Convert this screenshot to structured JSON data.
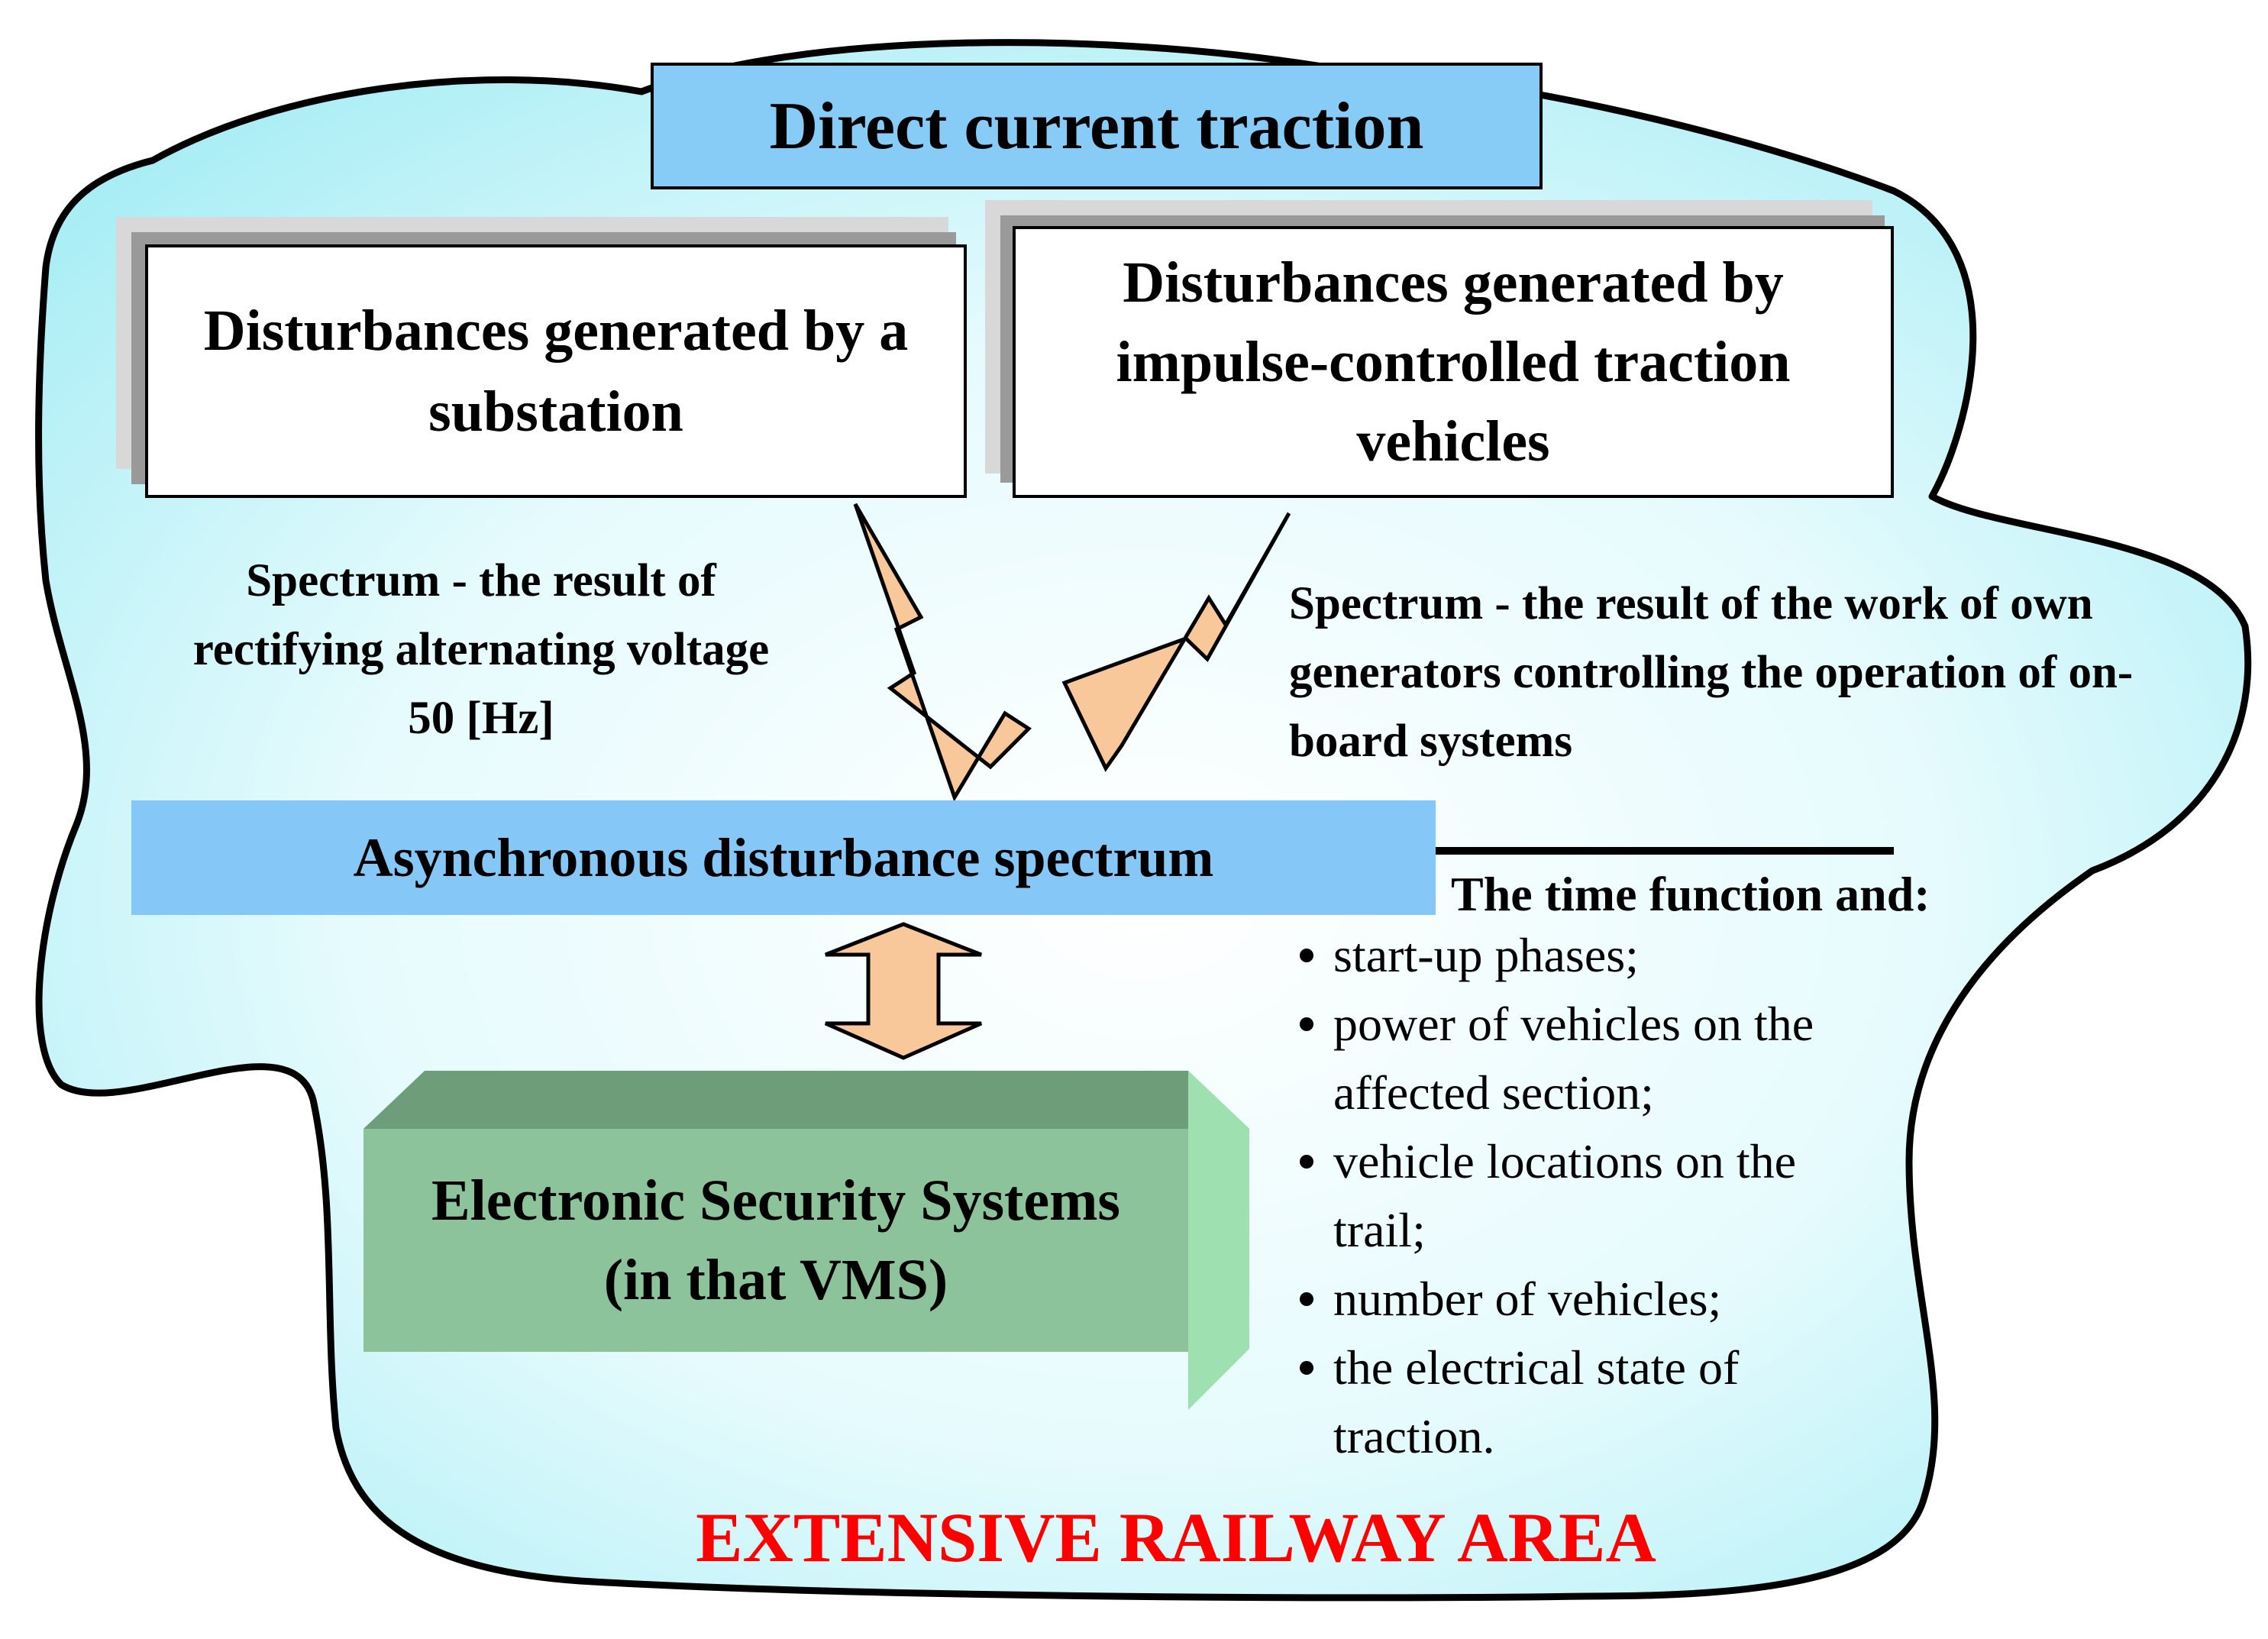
{
  "title": "Direct current traction",
  "boxes": {
    "substation": "Disturbances generated by a substation",
    "impulse": "Disturbances generated by impulse-controlled traction vehicles"
  },
  "notes": {
    "left_spectrum": "Spectrum - the result of rectifying alternating voltage 50 [Hz]",
    "right_spectrum": "Spectrum - the result of the work of own generators controlling the operation of on-board systems"
  },
  "async_spectrum": "Asynchronous disturbance spectrum",
  "time_function": {
    "heading": "The time function and:",
    "items": [
      "start-up phases;",
      "power of vehicles on the affected section;",
      "vehicle locations on the trail;",
      "number of vehicles;",
      "the electrical state of traction."
    ]
  },
  "security_systems": "Electronic Security Systems (in that VMS)",
  "area_label": "EXTENSIVE RAILWAY AREA",
  "colors": {
    "cloud_fill": "#c9f7fb",
    "title_fill": "#87ccf7",
    "arrow_fill": "#f9c89a",
    "box_front": "#8cc39b",
    "box_top": "#6e9e79",
    "box_side": "#9ee0b0",
    "area_text": "#ff0000"
  }
}
